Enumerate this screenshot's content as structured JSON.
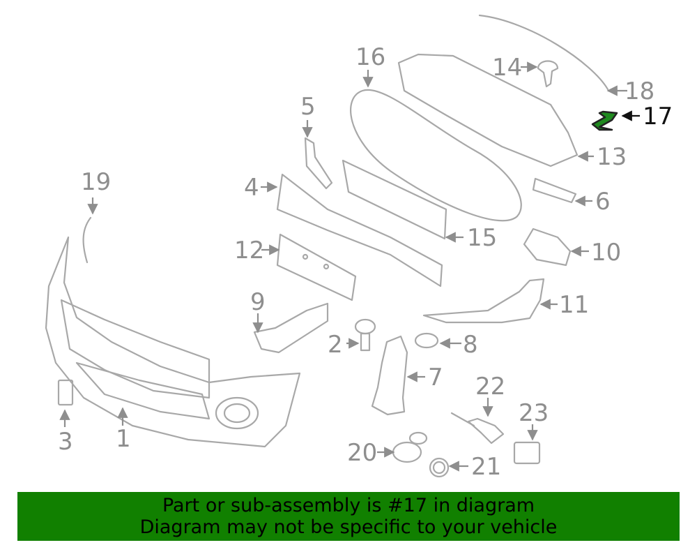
{
  "callouts": [
    "1",
    "2",
    "3",
    "4",
    "5",
    "6",
    "7",
    "8",
    "9",
    "10",
    "11",
    "12",
    "13",
    "14",
    "15",
    "16",
    "17",
    "18",
    "19",
    "20",
    "21",
    "22",
    "23"
  ],
  "highlight": {
    "callout": "17",
    "color": "#1f8a1f"
  },
  "banner": {
    "line1": "Part or sub-assembly is #17 in diagram",
    "line2": "Diagram may not be specific to your vehicle",
    "background": "#118000"
  }
}
